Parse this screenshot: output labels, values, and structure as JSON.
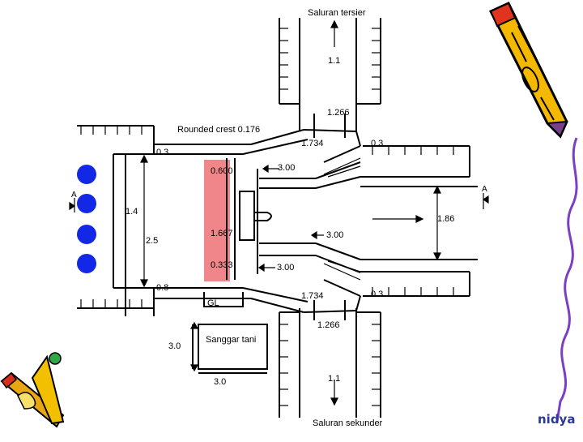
{
  "diagram": {
    "top_label": "Saluran tersier",
    "bottom_label": "Saluran sekunder",
    "crest_label": "Rounded crest 0.176",
    "dims": {
      "d_top_1_1": "1.1",
      "d_top_1_266": "1.266",
      "d_top_1_734": "1.734",
      "d_right_top_0_3": "0.3",
      "d_left_0_3": "0.3",
      "d_0_600": "0.600",
      "d_3_00_a": "3.00",
      "d_1_4": "1.4",
      "d_2_5": "2.5",
      "d_1_667": "1.667",
      "d_3_00_b": "3.00",
      "d_0_333": "0.333",
      "d_3_00_c": "3.00",
      "d_1_86": "1.86",
      "d_left_0_8": "0.8",
      "d_bot_1_734": "1.734",
      "d_right_bot_0_3": "0.3",
      "d_bot_1_266": "1.266",
      "d_bot_1_1": "1.1",
      "gl": "GL",
      "sanggar_w": "3.0",
      "sanggar_h": "3.0"
    },
    "sanggar_label": "Sanggar tani",
    "section_left": "A",
    "section_right": "A"
  },
  "brand": "nidya",
  "colors": {
    "highlight": "#e8434b",
    "dots": "#1228e6",
    "brand": "#2b3a9a"
  }
}
